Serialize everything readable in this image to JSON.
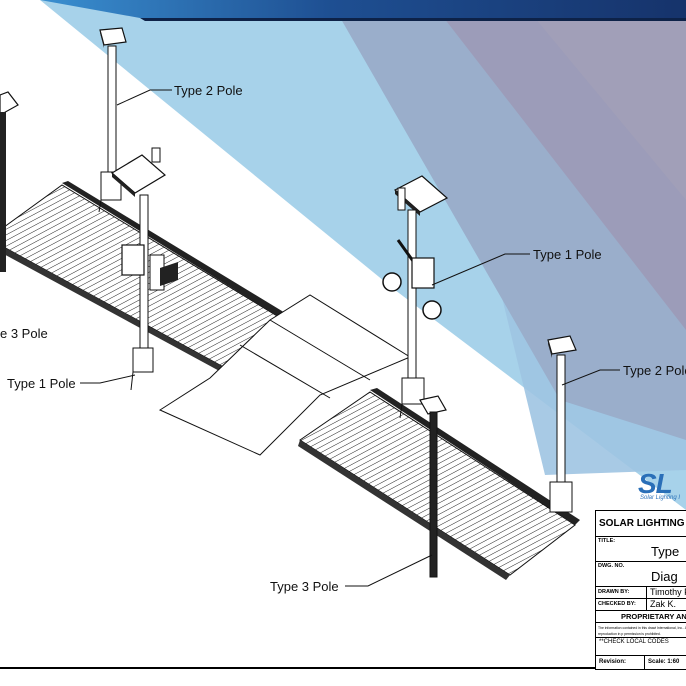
{
  "callouts": {
    "type2_top": "Type 2 Pole",
    "type1_right": "Type 1 Pole",
    "type3_left": "e 3 Pole",
    "type1_left": "Type 1 Pole",
    "type2_right": "Type 2 Pole",
    "type3_bottom": "Type 3 Pole"
  },
  "logo": {
    "text": "SL",
    "tagline": "Solar Lighting I"
  },
  "title_block": {
    "company": "SOLAR LIGHTING IN",
    "title_label": "TITLE:",
    "title_value": "Type",
    "dwg_label": "DWG. NO.",
    "dwg_value": "Diag",
    "drawn_label": "DRAWN BY:",
    "drawn_value": "Timothy F",
    "checked_label": "CHECKED BY:",
    "checked_value": "Zak K.",
    "proprietary_heading": "PROPRIETARY AN",
    "proprietary_text": "The information contained in this drawi International, Inc.. Any reproduction in p permission is prohibited.",
    "codes_note": "**CHECK LOCAL CODES",
    "revision_label": "Revision:",
    "scale_label": "Scale: 1:60"
  },
  "colors": {
    "banner_dark": "#1d3f7e",
    "beam_light": "#9fcbe6",
    "beam_mid": "#9aaecb",
    "beam_gray": "#9b9cb8",
    "logo_blue": "#2a6fb8"
  }
}
